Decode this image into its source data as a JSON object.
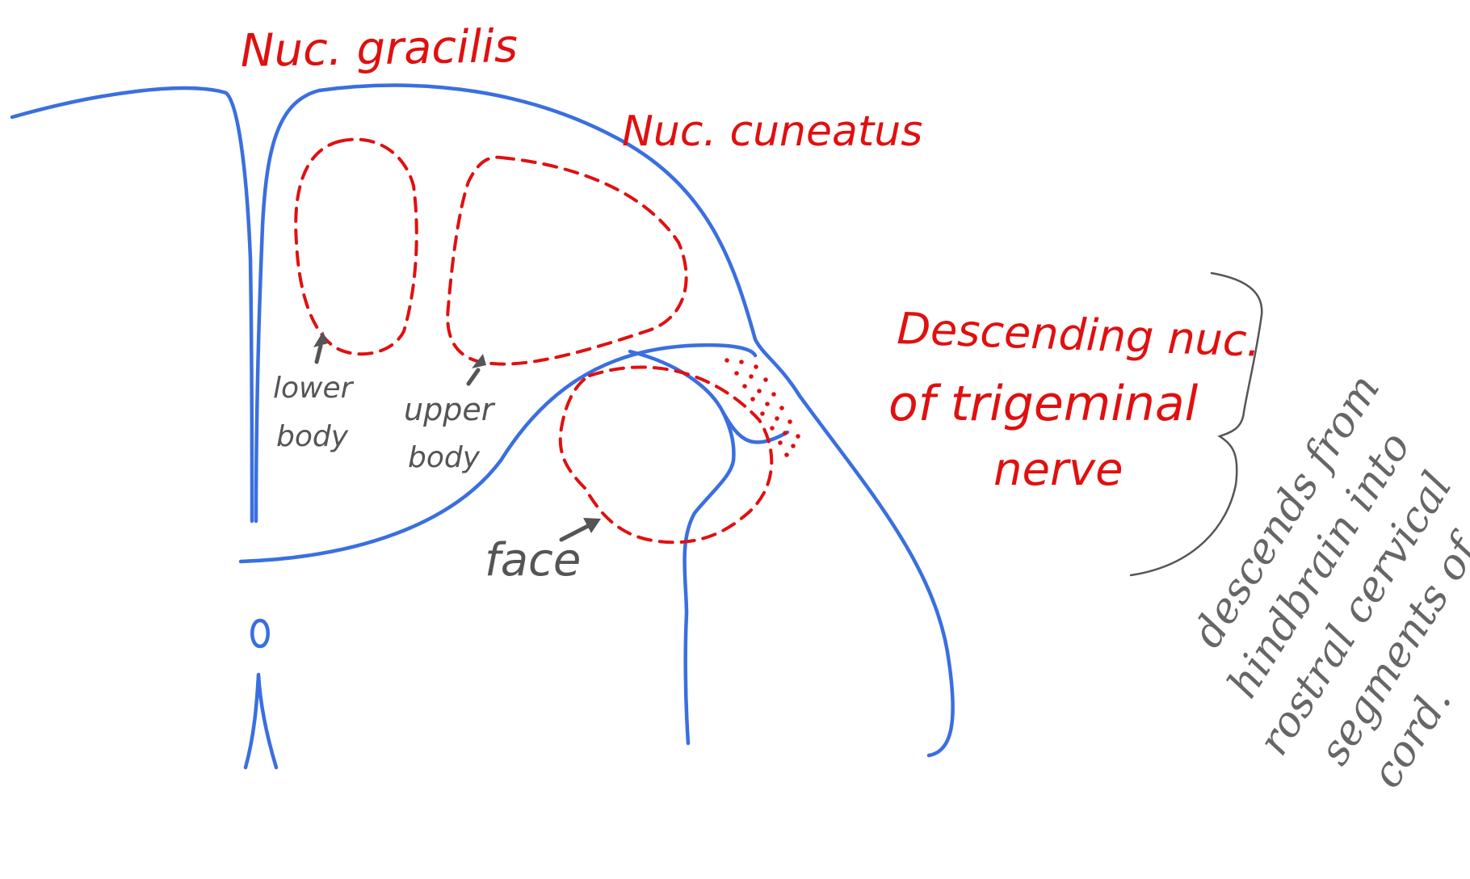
{
  "labels": {
    "gracilis": "Nuc. gracilis",
    "cuneatus": "Nuc. cuneatus",
    "descending_1": "Descending nuc.",
    "descending_2": "of trigeminal",
    "descending_3": "nerve",
    "lower_1": "lower",
    "lower_2": "body",
    "upper_1": "upper",
    "upper_2": "body",
    "face": "face",
    "note_1": "descends from",
    "note_2": "hindbrain into",
    "note_3": "rostral cervical",
    "note_4": "segments of",
    "note_5": "cord."
  },
  "colors": {
    "outline": "#3a6fe0",
    "nuclei": "#e01010",
    "annotations": "#555555"
  }
}
